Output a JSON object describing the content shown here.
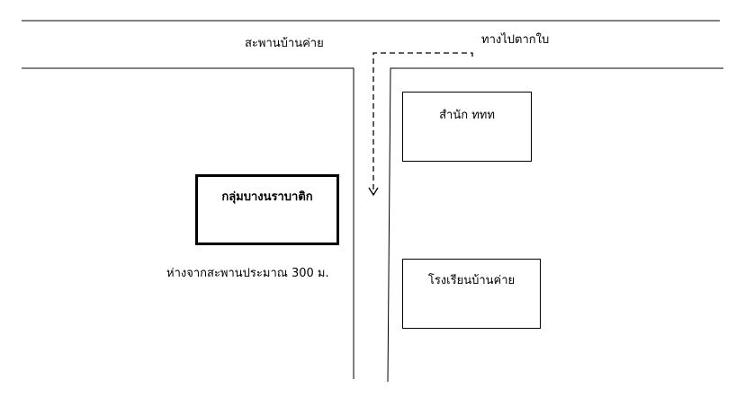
{
  "labels": {
    "bridge": "สะพานบ้านค่าย",
    "to_direction": "ทางไปตากใบ",
    "distance_note": "ห่างจากสะพานประมาณ 300 ม."
  },
  "places": {
    "office": "สำนัก ททท",
    "group": "กลุ่มบางนราบาติก",
    "school": "โรงเรียนบ้านค่าย"
  }
}
